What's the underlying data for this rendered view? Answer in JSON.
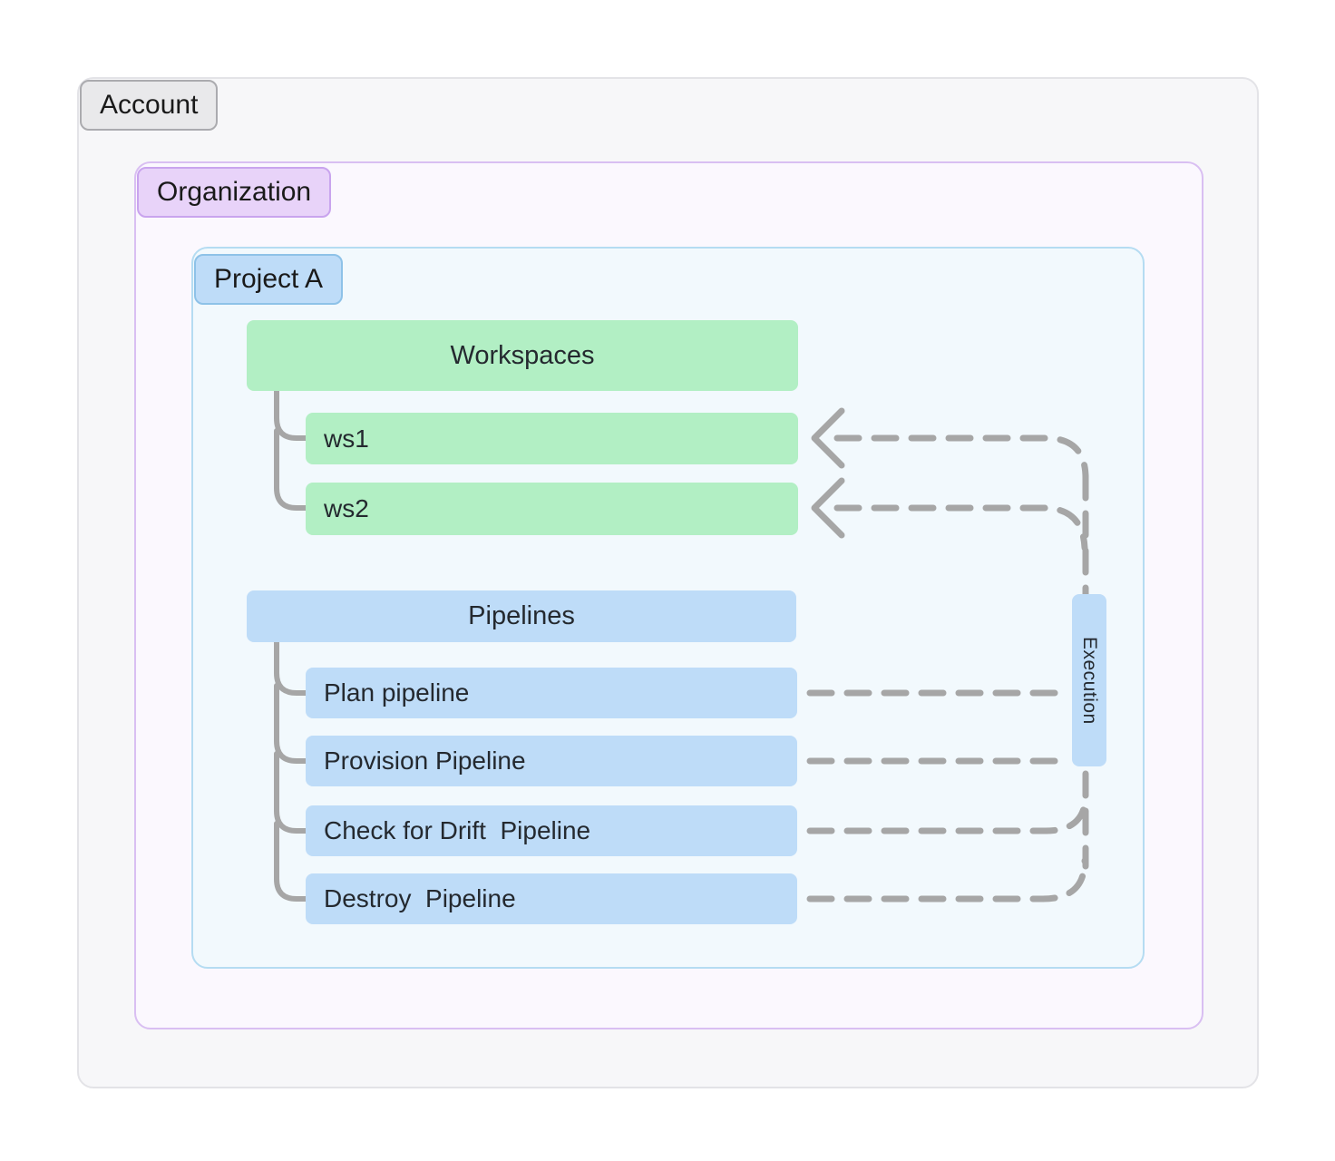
{
  "diagram": {
    "account_label": "Account",
    "organization_label": "Organization",
    "project_label": "Project A",
    "workspaces": {
      "header": "Workspaces",
      "items": [
        {
          "label": "ws1"
        },
        {
          "label": "ws2"
        }
      ]
    },
    "pipelines": {
      "header": "Pipelines",
      "items": [
        {
          "label": "Plan pipeline"
        },
        {
          "label": "Provision Pipeline"
        },
        {
          "label": "Check for Drift  Pipeline"
        },
        {
          "label": "Destroy  Pipeline"
        }
      ]
    },
    "execution_label": "Execution",
    "colors": {
      "workspace_green": "#b2efc4",
      "pipeline_blue": "#bedcf8",
      "organization_purple": "#e8d3f9",
      "account_gray": "#e9e9eb",
      "connector_gray": "#a6a6a6"
    }
  }
}
